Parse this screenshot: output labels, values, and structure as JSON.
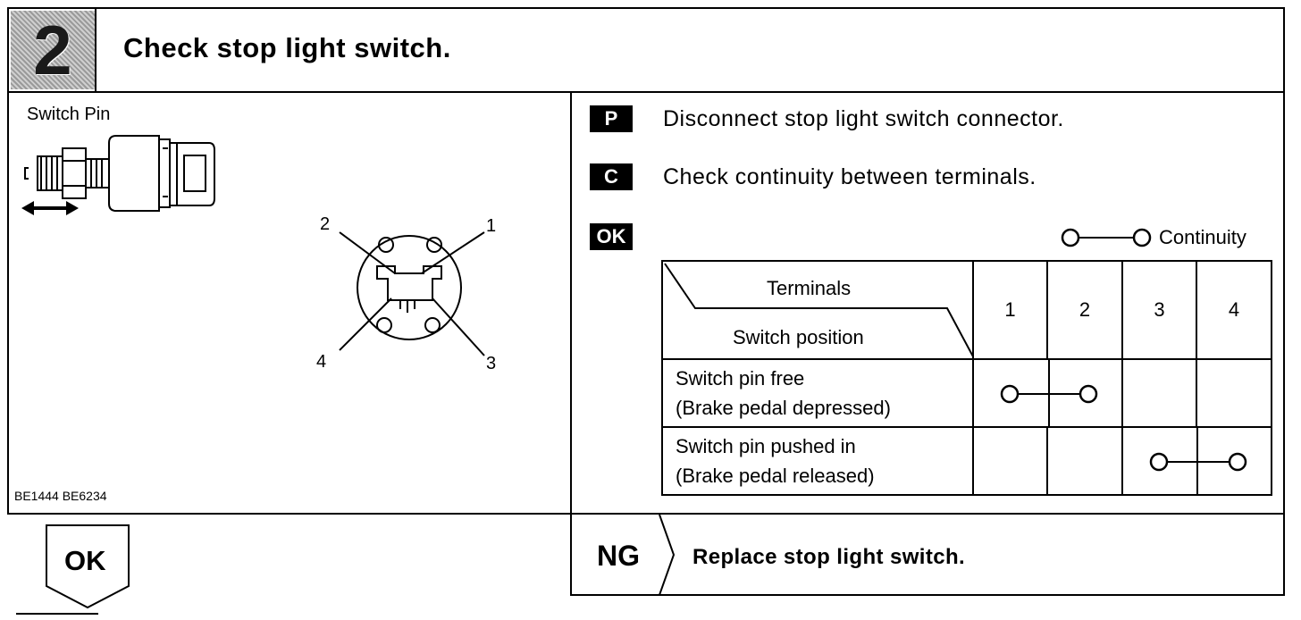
{
  "header": {
    "step_number": "2",
    "title": "Check stop light switch."
  },
  "figure": {
    "label": "Switch Pin",
    "terminal_labels": [
      "2",
      "1",
      "4",
      "3"
    ],
    "figure_code": "BE1444 BE6234"
  },
  "instructions": [
    {
      "badge": "P",
      "text": "Disconnect stop light switch connector."
    },
    {
      "badge": "C",
      "text": "Check continuity between terminals."
    }
  ],
  "ok_badge": "OK",
  "legend": {
    "text": "Continuity"
  },
  "table": {
    "header_top": "Terminals",
    "header_bottom": "Switch position",
    "columns": [
      "1",
      "2",
      "3",
      "4"
    ],
    "rows": [
      {
        "line1": "Switch pin free",
        "line2": "(Brake pedal depressed)",
        "continuity": [
          "1",
          "2"
        ]
      },
      {
        "line1": "Switch pin pushed in",
        "line2": "(Brake pedal released)",
        "continuity": [
          "3",
          "4"
        ]
      }
    ]
  },
  "result_ok": "OK",
  "result_ng": {
    "label": "NG",
    "text": "Replace stop light switch."
  }
}
